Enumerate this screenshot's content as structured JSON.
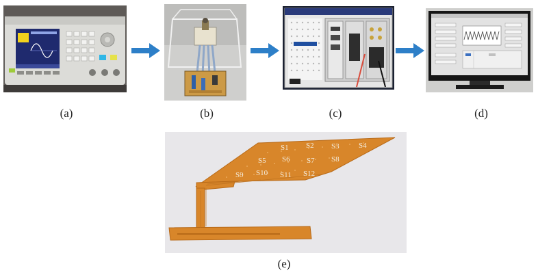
{
  "captions": [
    "(a)",
    "(b)",
    "(c)",
    "(d)",
    "(e)"
  ],
  "sensor_labels": [
    "S1",
    "S2",
    "S3",
    "S4",
    "S5",
    "S6",
    "S7",
    "S8",
    "S9",
    "S10",
    "S11",
    "S12"
  ],
  "colors": {
    "arrow": "#2d7fc8",
    "flex_pcb": "#d8862a",
    "background": "#ffffff"
  }
}
